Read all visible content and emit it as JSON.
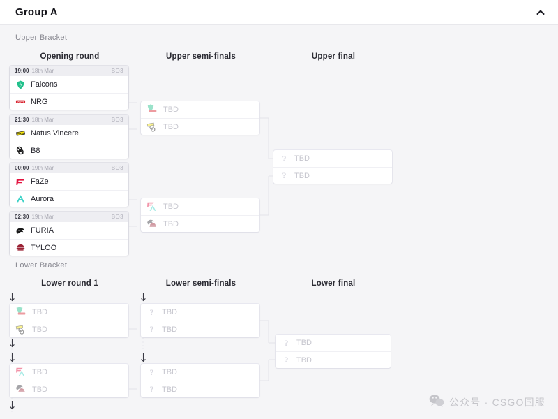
{
  "header": {
    "title": "Group A",
    "collapse_icon": "chevron-up-icon"
  },
  "brackets": {
    "upper_label": "Upper Bracket",
    "lower_label": "Lower Bracket"
  },
  "rounds": {
    "opening": "Opening round",
    "upper_semis": "Upper semi-finals",
    "upper_final": "Upper final",
    "lower_round_1": "Lower round 1",
    "lower_semis": "Lower semi-finals",
    "lower_final": "Lower final"
  },
  "tbd_label": "TBD",
  "colors": {
    "page_background": "#f5f5f7",
    "card_background": "#ffffff",
    "card_header": "#eeeef2",
    "text_primary": "#26262e",
    "text_muted": "#a6a6b0",
    "tbd_text": "#c6c6ce",
    "falcons": "#21c08b",
    "nrg": "#d8232f",
    "navi": "#f4e409",
    "b8": "#1a1a1a",
    "faze": "#e3123f",
    "aurora": "#3fd2c7",
    "furia": "#1a1a1a",
    "tyloo": "#9b2335"
  },
  "matches": {
    "opening": [
      {
        "time": "19:00",
        "date": "18th Mar",
        "format": "BO3",
        "teams": [
          {
            "name": "Falcons",
            "logo": "falcons-logo"
          },
          {
            "name": "NRG",
            "logo": "nrg-logo"
          }
        ]
      },
      {
        "time": "21:30",
        "date": "18th Mar",
        "format": "BO3",
        "teams": [
          {
            "name": "Natus Vincere",
            "logo": "navi-logo"
          },
          {
            "name": "B8",
            "logo": "b8-logo"
          }
        ]
      },
      {
        "time": "00:00",
        "date": "19th Mar",
        "format": "BO3",
        "teams": [
          {
            "name": "FaZe",
            "logo": "faze-logo"
          },
          {
            "name": "Aurora",
            "logo": "aurora-logo"
          }
        ]
      },
      {
        "time": "02:30",
        "date": "19th Mar",
        "format": "BO3",
        "teams": [
          {
            "name": "FURIA",
            "logo": "furia-logo"
          },
          {
            "name": "TYLOO",
            "logo": "tyloo-logo"
          }
        ]
      }
    ],
    "upper_semis": [
      {
        "teams": [
          {
            "name": "TBD",
            "logo": "falcons-nrg-stack"
          },
          {
            "name": "TBD",
            "logo": "navi-b8-stack"
          }
        ]
      },
      {
        "teams": [
          {
            "name": "TBD",
            "logo": "faze-aurora-stack"
          },
          {
            "name": "TBD",
            "logo": "furia-tyloo-stack"
          }
        ]
      }
    ],
    "upper_final": [
      {
        "teams": [
          {
            "name": "TBD",
            "logo": "question-mark-icon"
          },
          {
            "name": "TBD",
            "logo": "question-mark-icon"
          }
        ]
      }
    ],
    "lower_round_1": [
      {
        "teams": [
          {
            "name": "TBD",
            "logo": "falcons-nrg-stack"
          },
          {
            "name": "TBD",
            "logo": "navi-b8-stack"
          }
        ]
      },
      {
        "teams": [
          {
            "name": "TBD",
            "logo": "faze-aurora-stack"
          },
          {
            "name": "TBD",
            "logo": "furia-tyloo-stack"
          }
        ]
      }
    ],
    "lower_semis": [
      {
        "teams": [
          {
            "name": "TBD",
            "logo": "question-mark-icon"
          },
          {
            "name": "TBD",
            "logo": "question-mark-icon"
          }
        ]
      },
      {
        "teams": [
          {
            "name": "TBD",
            "logo": "question-mark-icon"
          },
          {
            "name": "TBD",
            "logo": "question-mark-icon"
          }
        ]
      }
    ],
    "lower_final": [
      {
        "teams": [
          {
            "name": "TBD",
            "logo": "question-mark-icon"
          },
          {
            "name": "TBD",
            "logo": "question-mark-icon"
          }
        ]
      }
    ]
  },
  "watermark": {
    "text": "公众号 · CSGO国服",
    "icon": "wechat-icon"
  }
}
